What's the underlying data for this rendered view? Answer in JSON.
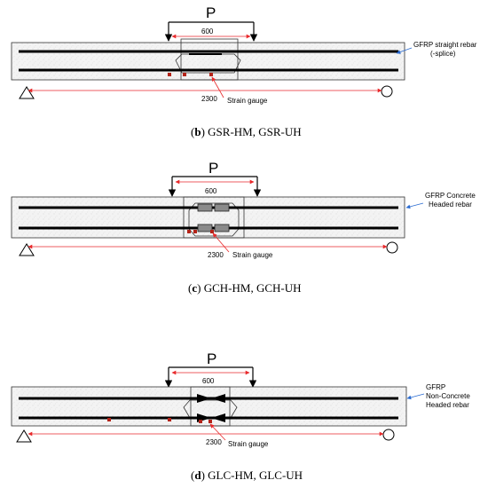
{
  "load_label": "P",
  "caption_paren_open": "(",
  "caption_paren_close": ")",
  "panels": [
    {
      "span": "600",
      "length": "2300",
      "strain": "Strain gauge",
      "rebar_lines": [
        "GFRP  straight rebar",
        "(-splice)"
      ],
      "caption_letter": "b",
      "caption_text": " GSR-HM, GSR-UH"
    },
    {
      "span": "600",
      "length": "2300",
      "strain": "Strain gauge",
      "rebar_lines": [
        "GFRP  Concrete",
        "Headed rebar"
      ],
      "caption_letter": "c",
      "caption_text": " GCH-HM, GCH-UH"
    },
    {
      "span": "600",
      "length": "2300",
      "strain": "Strain gauge",
      "rebar_lines": [
        "GFRP",
        "Non-Concrete",
        "Headed rebar"
      ],
      "caption_letter": "d",
      "caption_text": " GLC-HM, GLC-UH"
    }
  ],
  "colors": {
    "dimension": "#e8292b",
    "leader": "#2a6bd1",
    "gauge": "#b42318",
    "rebar": "#000000",
    "concrete_fill": "#f1f1f1"
  }
}
